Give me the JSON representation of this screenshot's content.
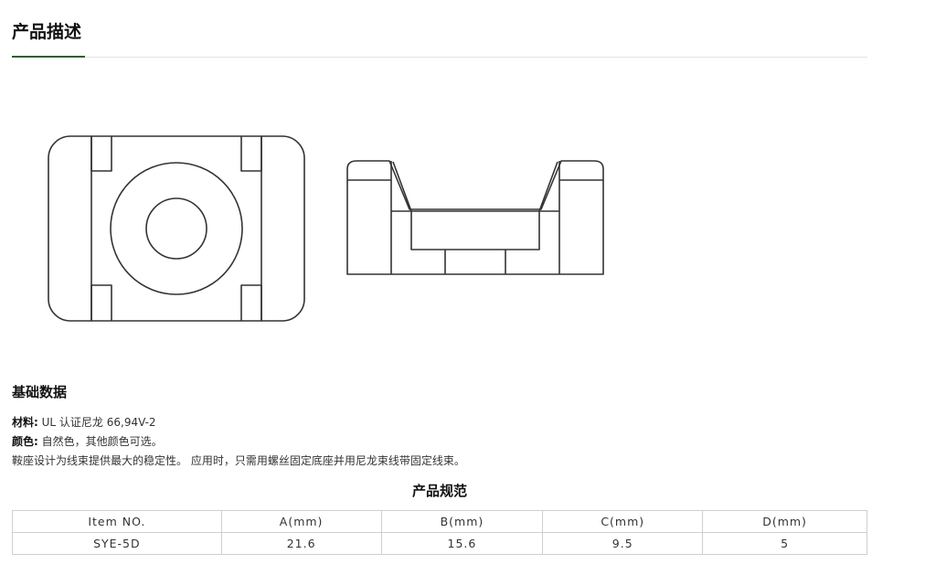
{
  "section": {
    "title": "产品描述"
  },
  "drawing": {
    "label": "product-dimension-drawing"
  },
  "basic": {
    "title": "基础数据",
    "material_label": "材料:",
    "material_value": "UL 认证尼龙 66,94V-2",
    "color_label": "颜色:",
    "color_value": "自然色，其他颜色可选。",
    "description": "鞍座设计为线束提供最大的稳定性。 应用时，只需用螺丝固定底座并用尼龙束线带固定线束。"
  },
  "spec_table": {
    "title": "产品规范",
    "headers": [
      "Item NO.",
      "A(mm)",
      "B(mm)",
      "C(mm)",
      "D(mm)"
    ],
    "rows": [
      [
        "SYE-5D",
        "21.6",
        "15.6",
        "9.5",
        "5"
      ]
    ]
  },
  "colors": {
    "accent": "#2f5f2f",
    "rule": "#e3e3e3",
    "border": "#cfcfcf"
  }
}
